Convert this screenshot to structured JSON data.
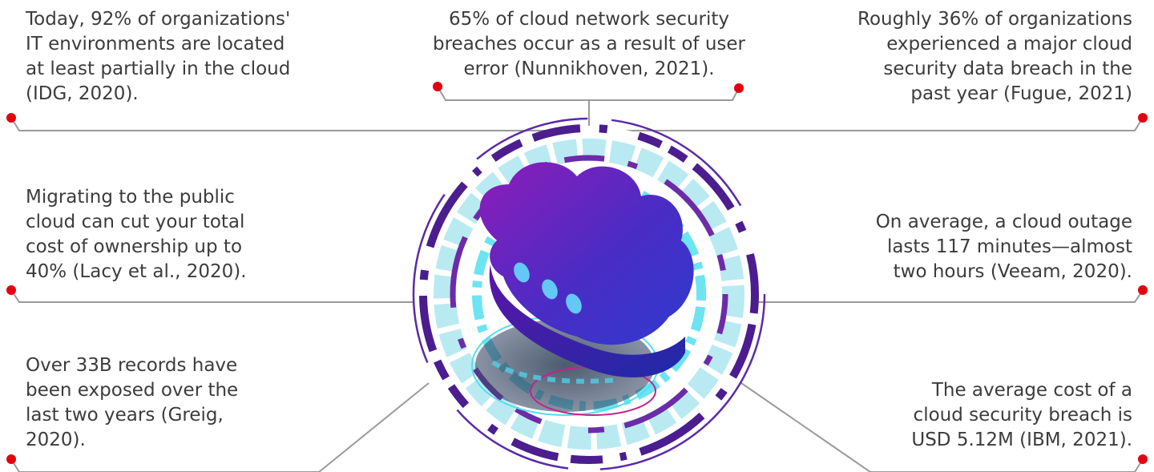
{
  "palette": {
    "text": "#3c3c3c",
    "connector_line": "#9a9a9a",
    "marker": "#e3000f",
    "ring_violet": "#4b1d8f",
    "ring_purple": "#6d2ba8",
    "ring_light": "#b9eaf2",
    "cyan": "#52dff0",
    "cloud_top": "#8f1cb8",
    "cloud_bottom": "#2f3ad0",
    "magenta_outline": "#c2238d"
  },
  "icons": {
    "center": "cloud-chat-icon",
    "markers": "red-dot-marker"
  },
  "stats": {
    "top_left": "Today, 92% of organizations'\nIT environments are located\nat least partially in the cloud\n(IDG, 2020).",
    "top_center": "65% of cloud network security\nbreaches occur as a result of user\nerror (Nunnikhoven, 2021).",
    "top_right": "Roughly 36% of organizations\nexperienced a major cloud\nsecurity data breach in the\npast year (Fugue, 2021)",
    "middle_left": "Migrating to the public\ncloud can cut your total\ncost of ownership up to\n40% (Lacy et al., 2020).",
    "middle_right": "On average, a cloud outage\nlasts 117 minutes—almost\ntwo hours (Veeam, 2020).",
    "bottom_left": "Over 33B records have\nbeen exposed over the\nlast two years (Greig,\n2020).",
    "bottom_right": "The average cost of a\ncloud security breach is\nUSD 5.12M (IBM, 2021)."
  }
}
